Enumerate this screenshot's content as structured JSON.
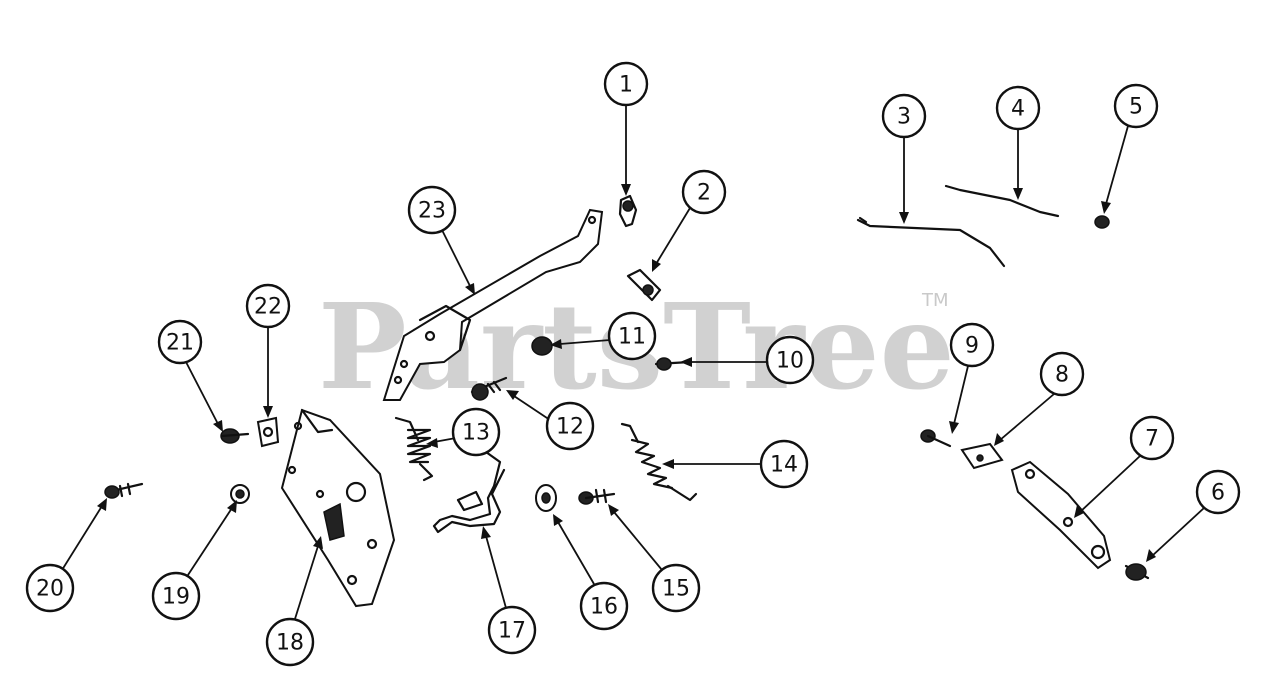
{
  "watermark": {
    "text": "PartsTree",
    "tm": "TM"
  },
  "callouts": [
    "1",
    "2",
    "3",
    "4",
    "5",
    "6",
    "7",
    "8",
    "9",
    "10",
    "11",
    "12",
    "13",
    "14",
    "15",
    "16",
    "17",
    "18",
    "19",
    "20",
    "21",
    "22",
    "23"
  ]
}
